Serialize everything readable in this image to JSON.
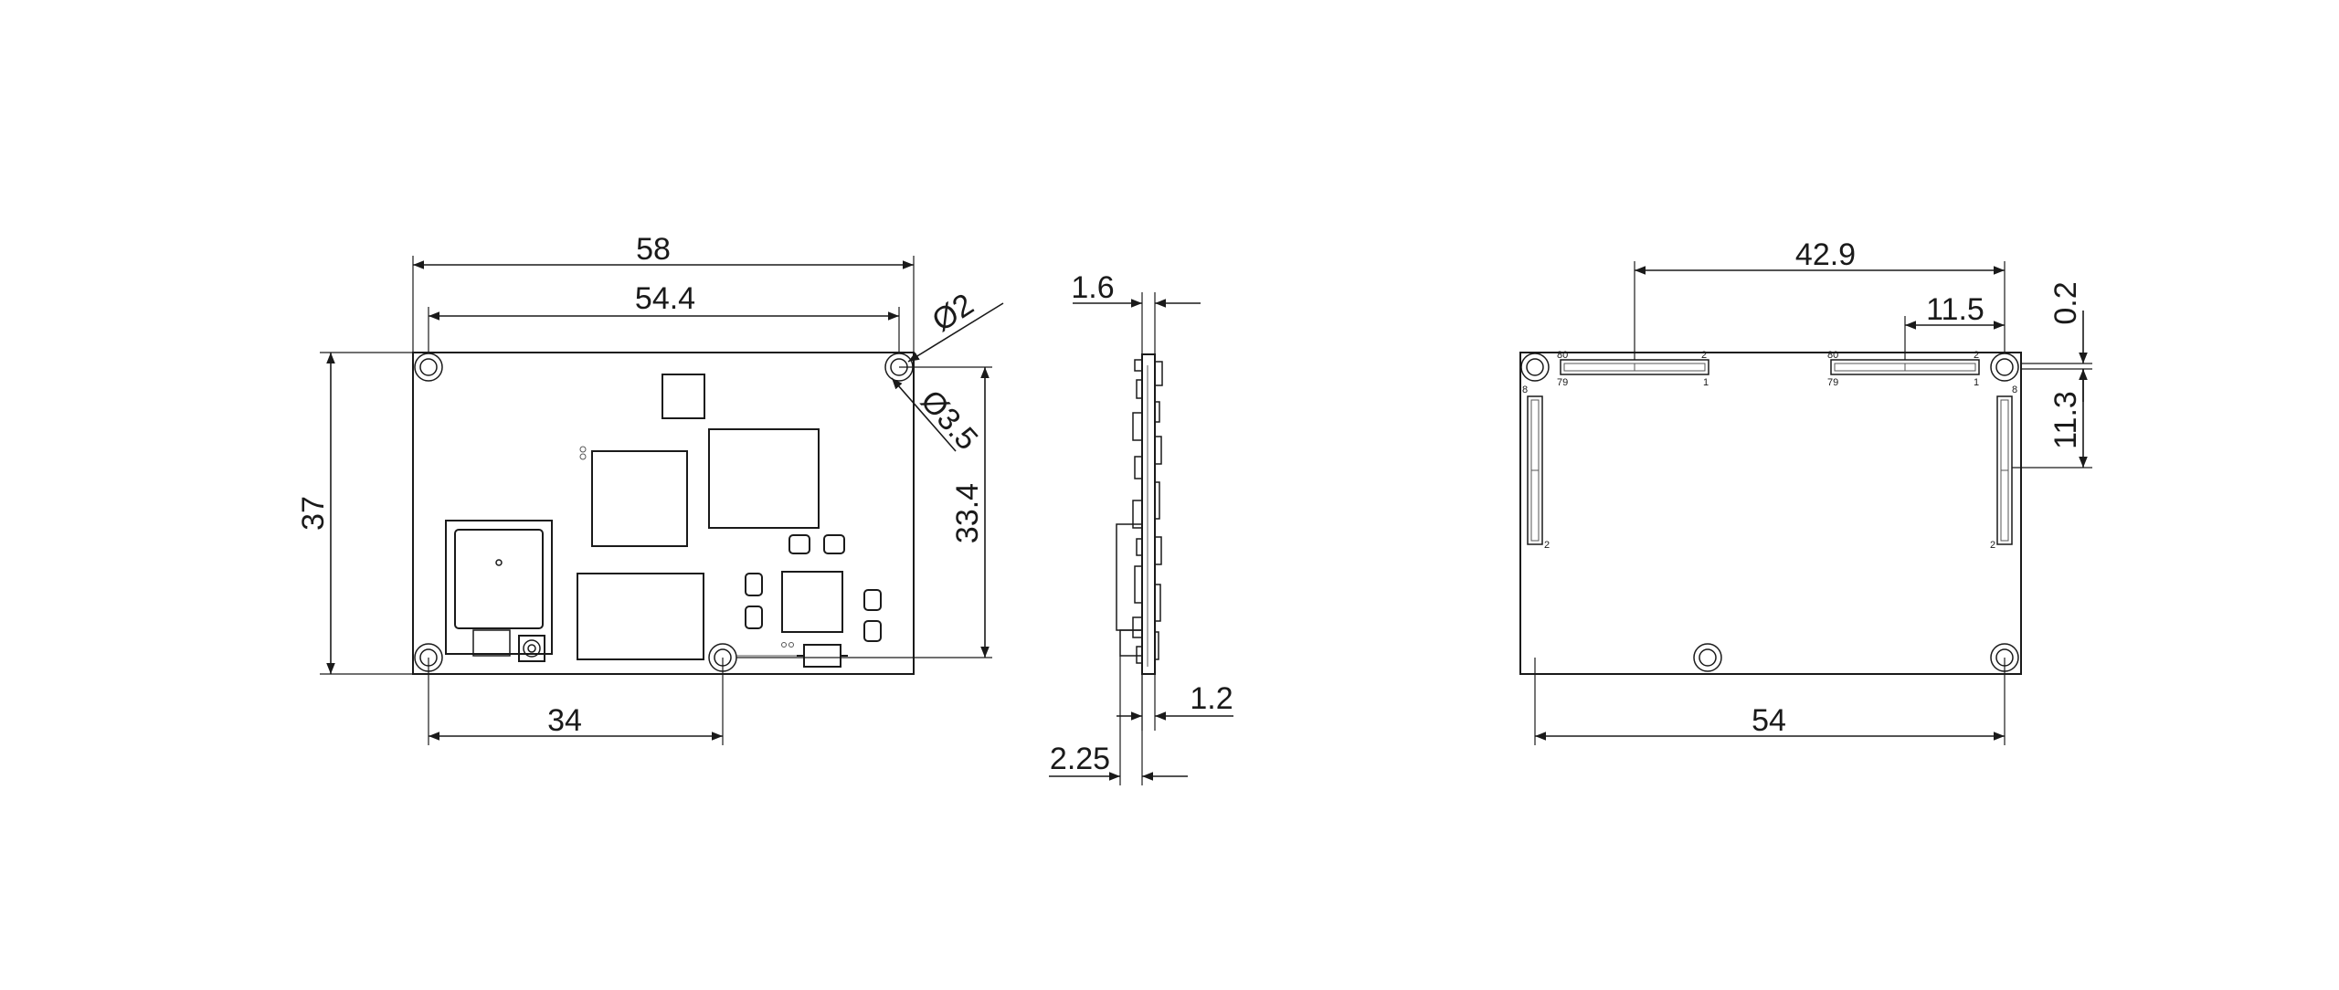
{
  "front_view": {
    "width_outer": "58",
    "width_holes": "54.4",
    "hole_small": "Ø2",
    "hole_large": "Ø3.5",
    "height_outer": "37",
    "height_holes": "33.4",
    "hole_offset": "34"
  },
  "side_view": {
    "board_thickness": "1.6",
    "bottom_height": "1.2",
    "total_offset": "2.25"
  },
  "rear_view": {
    "connector_span": "42.9",
    "connector_offset": "11.5",
    "top_gap": "0.2",
    "side_offset": "11.3",
    "hole_span": "54",
    "pin_labels": [
      "80",
      "2",
      "79",
      "1"
    ],
    "side_pin_labels": [
      "8",
      "2"
    ]
  },
  "colors": {
    "line": "#1a1a1a",
    "background": "#ffffff"
  }
}
